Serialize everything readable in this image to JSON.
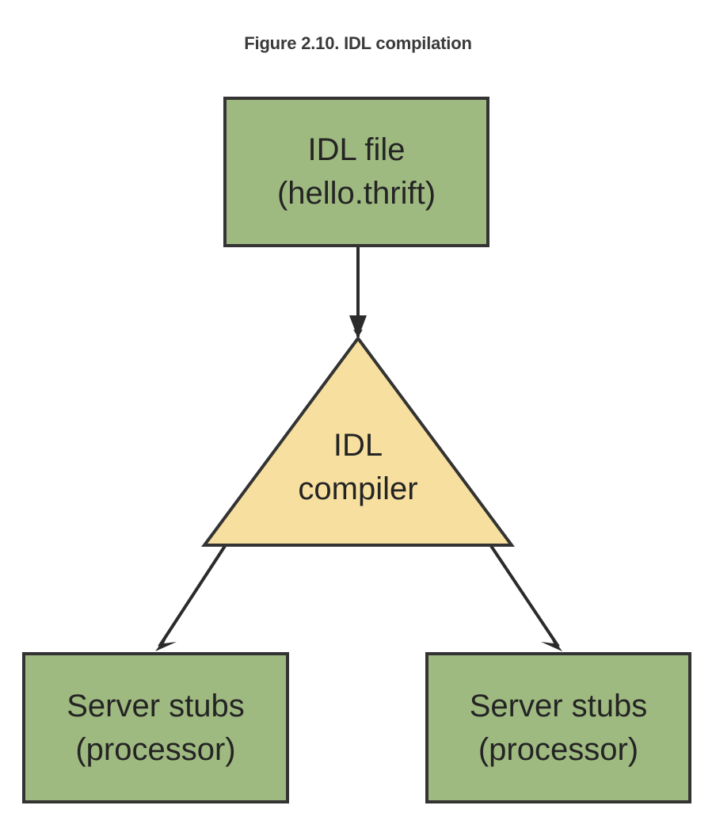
{
  "figure": {
    "title": "Figure 2.10. IDL compilation",
    "background_color": "#ffffff"
  },
  "colors": {
    "box_fill": "#9fba80",
    "triangle_fill": "#f7e09f",
    "stroke": "#333333",
    "text": "#242424",
    "title_text": "#3a3a3a"
  },
  "diagram": {
    "type": "flow",
    "nodes": [
      {
        "id": "idl-file",
        "shape": "rectangle",
        "fill": "#9fba80",
        "line1": "IDL file",
        "line2": "(hello.thrift)"
      },
      {
        "id": "idl-compiler",
        "shape": "triangle",
        "fill": "#f7e09f",
        "line1": "IDL",
        "line2": "compiler"
      },
      {
        "id": "server-stubs-left",
        "shape": "rectangle",
        "fill": "#9fba80",
        "line1": "Server stubs",
        "line2": "(processor)"
      },
      {
        "id": "server-stubs-right",
        "shape": "rectangle",
        "fill": "#9fba80",
        "line1": "Server stubs",
        "line2": "(processor)"
      }
    ],
    "edges": [
      {
        "id": "edge-file-to-compiler",
        "from": "idl-file",
        "to": "idl-compiler",
        "style": "arrow",
        "direction": "down"
      },
      {
        "id": "edge-compiler-to-left",
        "from": "idl-compiler",
        "to": "server-stubs-left",
        "style": "arrow",
        "direction": "down-left"
      },
      {
        "id": "edge-compiler-to-right",
        "from": "idl-compiler",
        "to": "server-stubs-right",
        "style": "arrow",
        "direction": "down-right"
      }
    ]
  }
}
